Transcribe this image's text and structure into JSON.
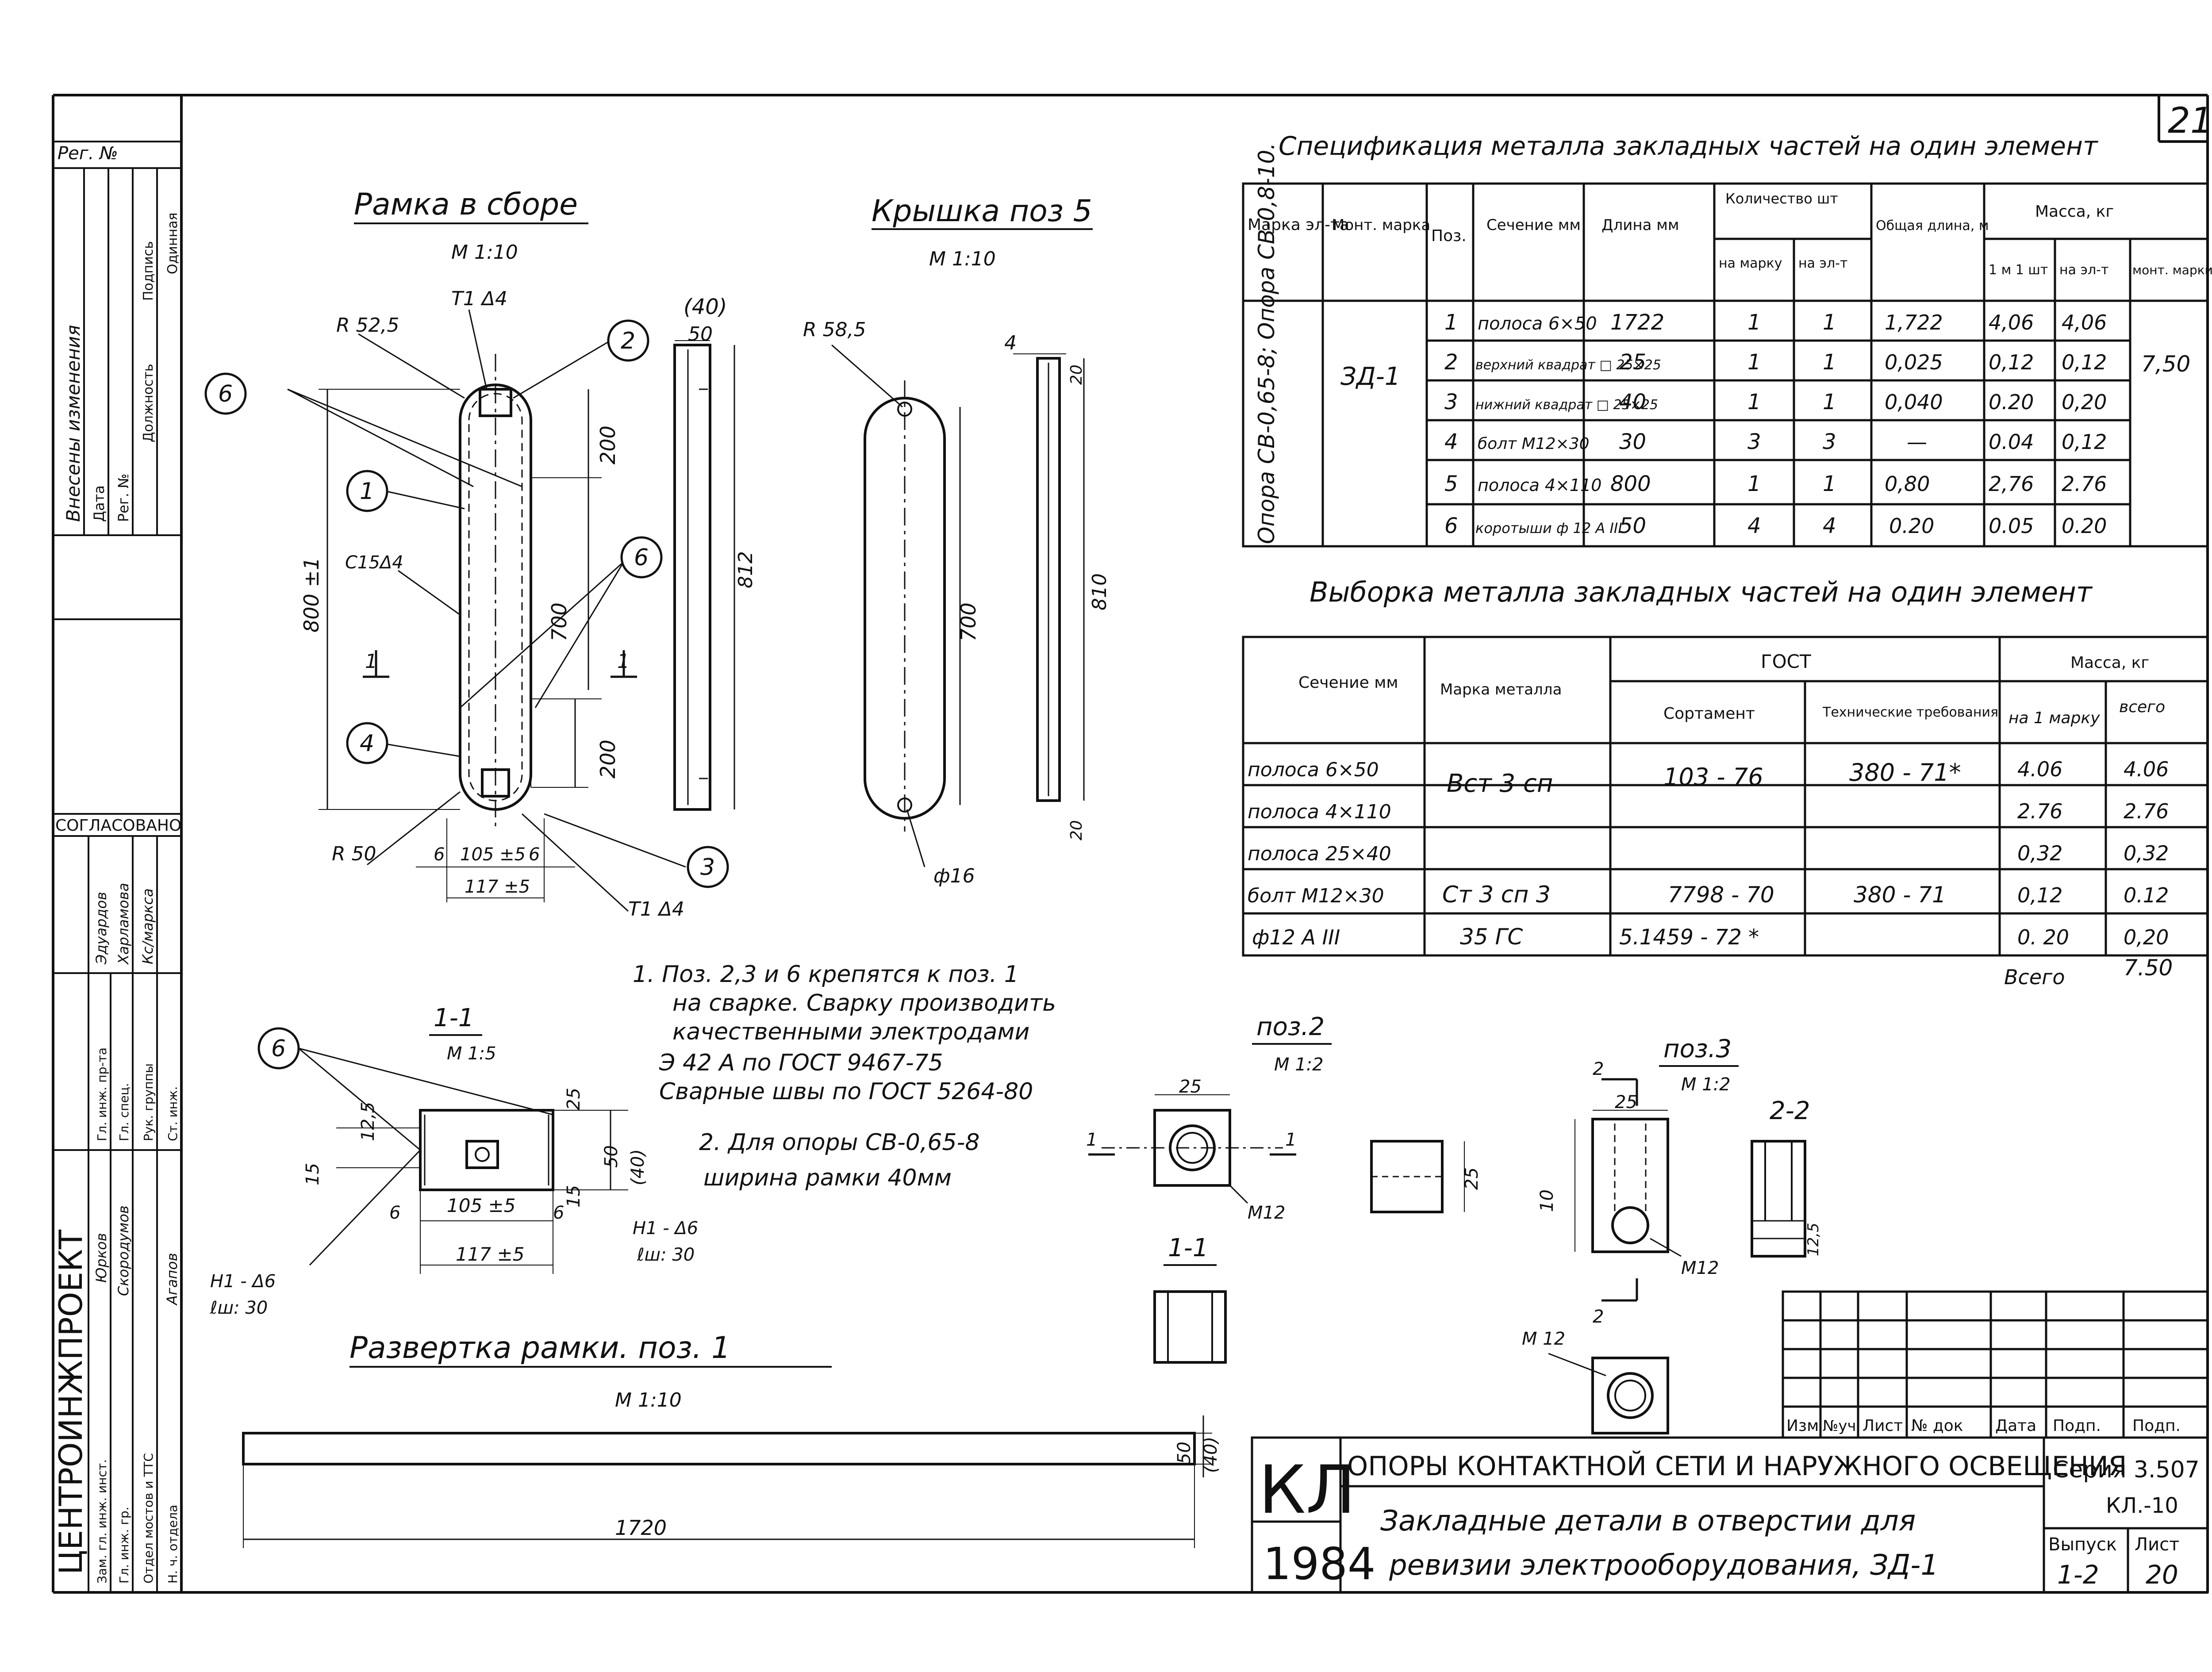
{
  "sheet_number": "21",
  "left_strip": {
    "reg_no": "Рег. №",
    "changes_header": "Внесены изменения",
    "changes_cols": [
      "Дата",
      "Рег. №",
      "Должность",
      "Подпись",
      "Одинная"
    ],
    "agreed": "СОГЛАСОВАНО",
    "org": "ЦЕНТРОИНЖПРОЕКТ",
    "roles": [
      "Гл. инж. пр-та",
      "Гл. спец.",
      "Рук. группы",
      "Ст. инж.",
      "Зам. гл. инж. инст.",
      "Гл. инж. гр.",
      "Отдел мостов и ТТС",
      "Н. ч. отдела"
    ],
    "names": [
      "Эдуардов",
      "Харламова",
      "Кс/маркса",
      "Юрков",
      "Скородумов",
      "Агапов"
    ]
  },
  "titles": {
    "frame_assembly": "Рамка в сборе",
    "frame_assembly_scale": "М 1:10",
    "lid": "Крышка поз 5",
    "lid_scale": "М 1:10",
    "section_11": "1-1",
    "section_11_scale": "М 1:5",
    "unfold": "Развертка рамки. поз. 1",
    "unfold_scale": "М 1:10",
    "pos2": "поз.2",
    "pos2_scale": "М 1:2",
    "pos3": "поз.3",
    "pos3_scale": "М 1:2",
    "section_22": "2-2",
    "section_11_small": "1-1"
  },
  "dims": {
    "t1": "Т1 Δ4",
    "r525": "R 52,5",
    "r585": "R 58,5",
    "r50": "R 50",
    "c15": "С15Δ4",
    "d800": "800 ±1",
    "d200a": "200",
    "d700a": "700",
    "d200b": "200",
    "d6a": "6",
    "d105": "105 ±5",
    "d6b": "6",
    "d117": "117 ±5",
    "t1b": "Т1 Δ4",
    "d40": "(40)",
    "d50": "50",
    "d812": "812",
    "d700b": "700",
    "d4": "4",
    "d20a": "20",
    "d810": "810",
    "d20b": "20",
    "phi16": "ф16",
    "c1": "1",
    "c2": "2",
    "c3": "3",
    "c4": "4",
    "c6": "6",
    "s_125": "12,5",
    "s_15a": "15",
    "s_25": "25",
    "s_50": "50",
    "s_40": "(40)",
    "s_6a": "6",
    "s_105": "105 ±5",
    "s_6b": "6",
    "s_15b": "15",
    "s_117": "117 ±5",
    "s_h1a": "Н1 - Δ6",
    "s_l30a": "ℓш: 30",
    "s_h1b": "Н1 - Δ6",
    "s_l30b": "ℓш: 30",
    "u_1720": "1720",
    "u_50": "50",
    "u_40": "(40)",
    "p2_25": "25",
    "p2_25b": "25",
    "p2_m12": "М12",
    "p3_25": "25",
    "p3_10": "10",
    "p3_m12": "М12",
    "p3_m12b": "М 12",
    "p3_125": "12,5",
    "cut_1": "1",
    "cut_2": "2"
  },
  "notes": [
    "1. Поз. 2,3 и 6 крепятся к поз. 1",
    "на сварке. Сварку производить",
    "качественными электродами",
    "Э 42 А по ГОСТ 9467-75",
    "Сварные швы по ГОСТ 5264-80",
    "2. Для опоры СВ-0,65-8",
    "ширина рамки 40мм"
  ],
  "spec_title": "Спецификация металла закладных частей на один элемент",
  "spec_table": {
    "headers": {
      "mark": "Марка эл-та",
      "mont": "Монт. марка",
      "pos": "Поз.",
      "section": "Сечение мм",
      "length": "Длина мм",
      "qty": "Количество шт",
      "qty_mark": "на марку",
      "qty_el": "на эл-т",
      "total_len": "Общая длина, м",
      "mass": "Масса, кг",
      "mass_1": "1 м 1 шт",
      "mass_el": "на эл-т",
      "mass_mont": "монт. марки"
    },
    "element": "Опора СВ-0,65-8; Опора СВ-0,8-10.",
    "mont_mark": "ЗД-1",
    "mont_mass": "7,50",
    "rows": [
      {
        "pos": "1",
        "section": "полоса 6×50",
        "length": "1722",
        "qm": "1",
        "qe": "1",
        "tl": "1,722",
        "m1": "4,06",
        "me": "4,06"
      },
      {
        "pos": "2",
        "section": "верхний квадрат □ 25×25",
        "length": "25",
        "qm": "1",
        "qe": "1",
        "tl": "0,025",
        "m1": "0,12",
        "me": "0,12"
      },
      {
        "pos": "3",
        "section": "нижний квадрат □ 25×25",
        "length": "40",
        "qm": "1",
        "qe": "1",
        "tl": "0,040",
        "m1": "0.20",
        "me": "0,20"
      },
      {
        "pos": "4",
        "section": "болт М12×30",
        "length": "30",
        "qm": "3",
        "qe": "3",
        "tl": "—",
        "m1": "0.04",
        "me": "0,12"
      },
      {
        "pos": "5",
        "section": "полоса 4×110",
        "length": "800",
        "qm": "1",
        "qe": "1",
        "tl": "0,80",
        "m1": "2,76",
        "me": "2.76"
      },
      {
        "pos": "6",
        "section": "коротыши ф 12 А III",
        "length": "50",
        "qm": "4",
        "qe": "4",
        "tl": "0.20",
        "m1": "0.05",
        "me": "0.20"
      }
    ]
  },
  "sel_title": "Выборка металла закладных частей на один элемент",
  "sel_table": {
    "headers": {
      "section": "Сечение мм",
      "grade": "Марка металла",
      "gost": "ГОСТ",
      "assort": "Сортамент",
      "tech": "Технические требования",
      "mass": "Масса, кг",
      "per_mark": "на 1 марку",
      "total": "всего"
    },
    "rows": [
      {
        "section": "полоса 6×50",
        "grade": "Вст 3 сп",
        "assort": "103 - 76",
        "tech": "380 - 71*",
        "pm": "4.06",
        "tot": "4.06"
      },
      {
        "section": "полоса 4×110",
        "grade": "",
        "assort": "",
        "tech": "",
        "pm": "2.76",
        "tot": "2.76"
      },
      {
        "section": "полоса 25×40",
        "grade": "",
        "assort": "",
        "tech": "",
        "pm": "0,32",
        "tot": "0,32"
      },
      {
        "section": "болт М12×30",
        "grade": "Ст 3 сп 3",
        "assort": "7798 - 70",
        "tech": "380 - 71",
        "pm": "0,12",
        "tot": "0.12"
      },
      {
        "section": "ф12 А III",
        "grade": "35 ГС",
        "assort": "5.1459 - 72 *",
        "tech": "",
        "pm": "0. 20",
        "tot": "0,20"
      }
    ],
    "total_label": "Всего",
    "total_value": "7.50"
  },
  "title_block": {
    "stamp_cols": [
      "Изм",
      "№уч",
      "Лист",
      "№ док",
      "Дата",
      "Подп.",
      "Подп."
    ],
    "logo": "КЛ",
    "year": "1984",
    "project": "ОПОРЫ КОНТАКТНОЙ СЕТИ И НАРУЖНОГО ОСВЕЩЕНИЯ",
    "title_line1": "Закладные детали в отверстии для",
    "title_line2": "ревизии электрооборудования, ЗД-1",
    "series_label": "Серия 3.507",
    "series_code": "КЛ.-10",
    "issue_label": "Выпуск",
    "issue": "1-2",
    "sheet_label": "Лист",
    "sheet": "20"
  }
}
